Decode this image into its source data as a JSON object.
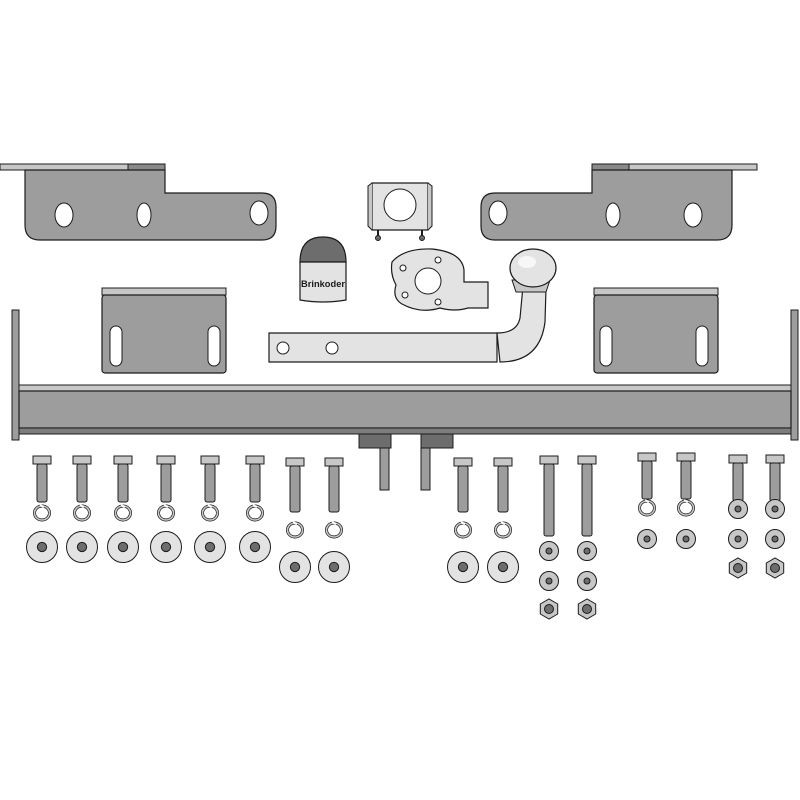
{
  "diagram": {
    "cover_text": "Brinkoder",
    "colors": {
      "part": "#9d9d9d",
      "part_light": "#c7c7c7",
      "part_pale": "#e3e3e3",
      "part_dark": "#6d6d6d",
      "outline": "#1c1c1c",
      "hole": "#ffffff"
    },
    "parts": [
      {
        "name": "mounting-bracket-left",
        "type": "bracket"
      },
      {
        "name": "mounting-bracket-right",
        "type": "bracket"
      },
      {
        "name": "socket-holder-plate",
        "type": "plate"
      },
      {
        "name": "socket-cover-cap",
        "type": "cap"
      },
      {
        "name": "socket-bracket",
        "type": "plate"
      },
      {
        "name": "tow-ball-neck",
        "type": "neck"
      },
      {
        "name": "side-plate-left",
        "type": "plate"
      },
      {
        "name": "side-plate-right",
        "type": "plate"
      },
      {
        "name": "crossbar-beam",
        "type": "beam"
      }
    ],
    "hardware_columns": 16
  }
}
